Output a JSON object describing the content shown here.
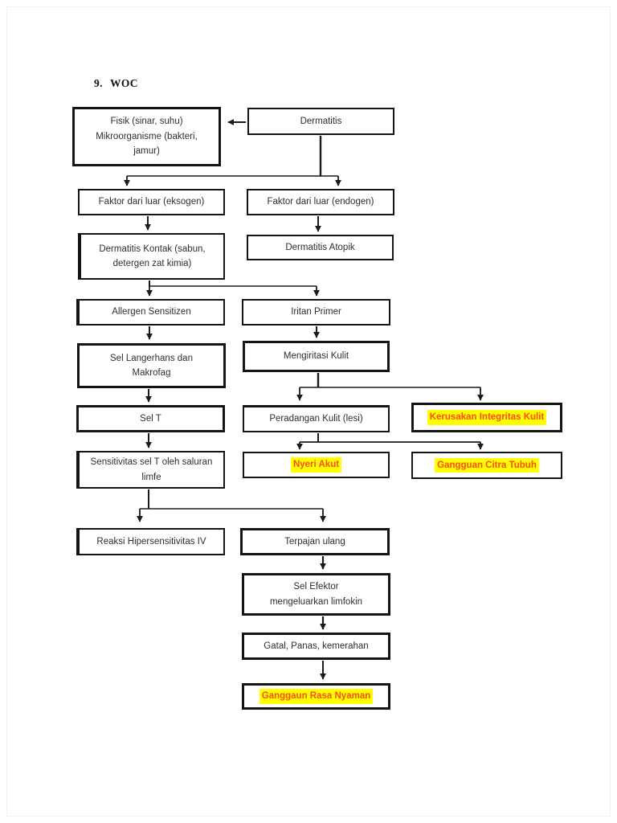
{
  "page": {
    "title_number": "9.",
    "title_text": "WOC",
    "background": "#ffffff"
  },
  "colors": {
    "box_border": "#141414",
    "text": "#2e2e2e",
    "connector": "#1a1a1a",
    "highlight_bg": "#ffff00",
    "highlight_text": "#ff4a12"
  },
  "diagram": {
    "type": "flowchart"
  },
  "nodes": {
    "fisik": {
      "lines": [
        "Fisik (sinar, suhu)",
        "Mikroorganisme (bakteri,",
        "jamur)"
      ]
    },
    "dermatitis": {
      "lines": [
        "Dermatitis"
      ]
    },
    "eksogen": {
      "lines": [
        "Faktor dari luar (eksogen)"
      ]
    },
    "endogen": {
      "lines": [
        "Faktor dari luar (endogen)"
      ]
    },
    "kontak": {
      "lines": [
        "Dermatitis Kontak (sabun,",
        "detergen zat kimia)"
      ]
    },
    "atopik": {
      "lines": [
        "Dermatitis Atopik"
      ]
    },
    "allergen": {
      "lines": [
        "Allergen Sensitizen"
      ]
    },
    "iritan": {
      "lines": [
        "Iritan Primer"
      ]
    },
    "langerhans": {
      "lines": [
        "Sel Langerhans dan",
        "Makrofag"
      ]
    },
    "mengiritasi": {
      "lines": [
        "Mengiritasi Kulit"
      ]
    },
    "sel_t": {
      "lines": [
        "Sel T"
      ]
    },
    "peradangan": {
      "lines": [
        "Peradangan Kulit (lesi)"
      ]
    },
    "kerusakan": {
      "lines": [
        "Kerusakan Integritas Kulit"
      ],
      "highlighted": true
    },
    "sensitivitas": {
      "lines": [
        "Sensitivitas sel T oleh saluran",
        "limfe"
      ]
    },
    "nyeri": {
      "lines": [
        "Nyeri Akut"
      ],
      "highlighted": true
    },
    "citra": {
      "lines": [
        "Gangguan Citra Tubuh"
      ],
      "highlighted": true
    },
    "reaksi": {
      "lines": [
        "Reaksi Hipersensitivitas IV"
      ]
    },
    "terpajan": {
      "lines": [
        "Terpajan ulang"
      ]
    },
    "efektor": {
      "lines": [
        "Sel Efektor",
        "mengeluarkan limfokin"
      ]
    },
    "gatal": {
      "lines": [
        "Gatal, Panas, kemerahan"
      ]
    },
    "ganggaun": {
      "lines": [
        "Ganggaun Rasa Nyaman"
      ],
      "highlighted": true
    }
  },
  "edges": [
    {
      "from": "dermatitis",
      "to": "fisik"
    },
    {
      "from": "dermatitis",
      "to": "eksogen"
    },
    {
      "from": "dermatitis",
      "to": "endogen"
    },
    {
      "from": "eksogen",
      "to": "kontak"
    },
    {
      "from": "endogen",
      "to": "atopik"
    },
    {
      "from": "kontak",
      "to": "allergen"
    },
    {
      "from": "kontak",
      "to": "iritan"
    },
    {
      "from": "allergen",
      "to": "langerhans"
    },
    {
      "from": "iritan",
      "to": "mengiritasi"
    },
    {
      "from": "langerhans",
      "to": "sel_t"
    },
    {
      "from": "mengiritasi",
      "to": "peradangan"
    },
    {
      "from": "mengiritasi",
      "to": "kerusakan"
    },
    {
      "from": "sel_t",
      "to": "sensitivitas"
    },
    {
      "from": "peradangan",
      "to": "nyeri"
    },
    {
      "from": "peradangan",
      "to": "citra"
    },
    {
      "from": "sensitivitas",
      "to": "reaksi"
    },
    {
      "from": "sensitivitas",
      "to": "terpajan"
    },
    {
      "from": "terpajan",
      "to": "efektor"
    },
    {
      "from": "efektor",
      "to": "gatal"
    },
    {
      "from": "gatal",
      "to": "ganggaun"
    }
  ]
}
